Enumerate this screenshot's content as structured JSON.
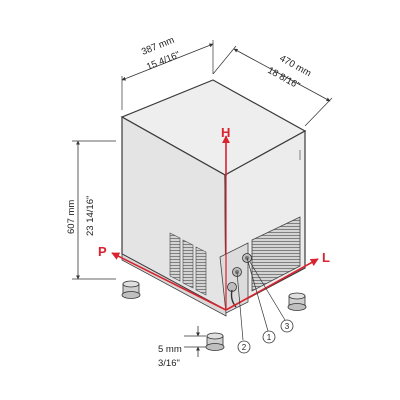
{
  "dimensions": {
    "width": {
      "mm": "387 mm",
      "inch": "15 4/16\""
    },
    "depth": {
      "mm": "470 mm",
      "inch": "18 8/16\""
    },
    "height": {
      "mm": "607 mm",
      "inch": "23 14/16\""
    },
    "feet": {
      "mm": "5 mm",
      "inch": "3/16\""
    }
  },
  "axes": {
    "height": "H",
    "depth": "P",
    "length": "L"
  },
  "callouts": [
    "1",
    "2",
    "3"
  ],
  "colors": {
    "axis": "#d9232e",
    "outline": "#3a3a3a",
    "body_fill": "#e9e9e9"
  }
}
